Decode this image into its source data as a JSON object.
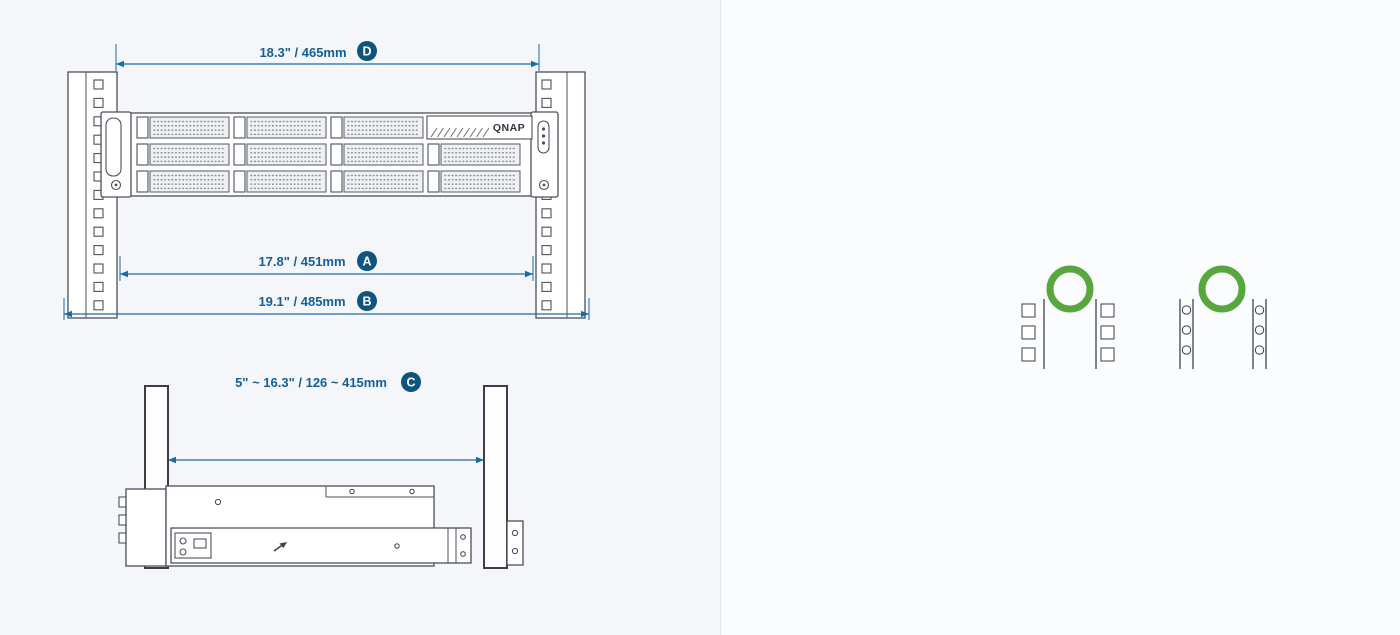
{
  "front_view": {
    "dim_d": {
      "label": "18.3\" / 465mm",
      "badge": "D"
    },
    "dim_a": {
      "label": "17.8\" / 451mm",
      "badge": "A"
    },
    "dim_b": {
      "label": "19.1\" / 485mm",
      "badge": "B"
    },
    "logo": "QNAP"
  },
  "side_view": {
    "dim_c": {
      "label": "5\" ~ 16.3\" / 126 ~ 415mm",
      "badge": "C"
    }
  },
  "colors": {
    "dimension_accent": "#1a6aa8",
    "badge_bg": "#0e547f",
    "compat_green": "#58a63e",
    "diagram_line": "#4c5158"
  }
}
